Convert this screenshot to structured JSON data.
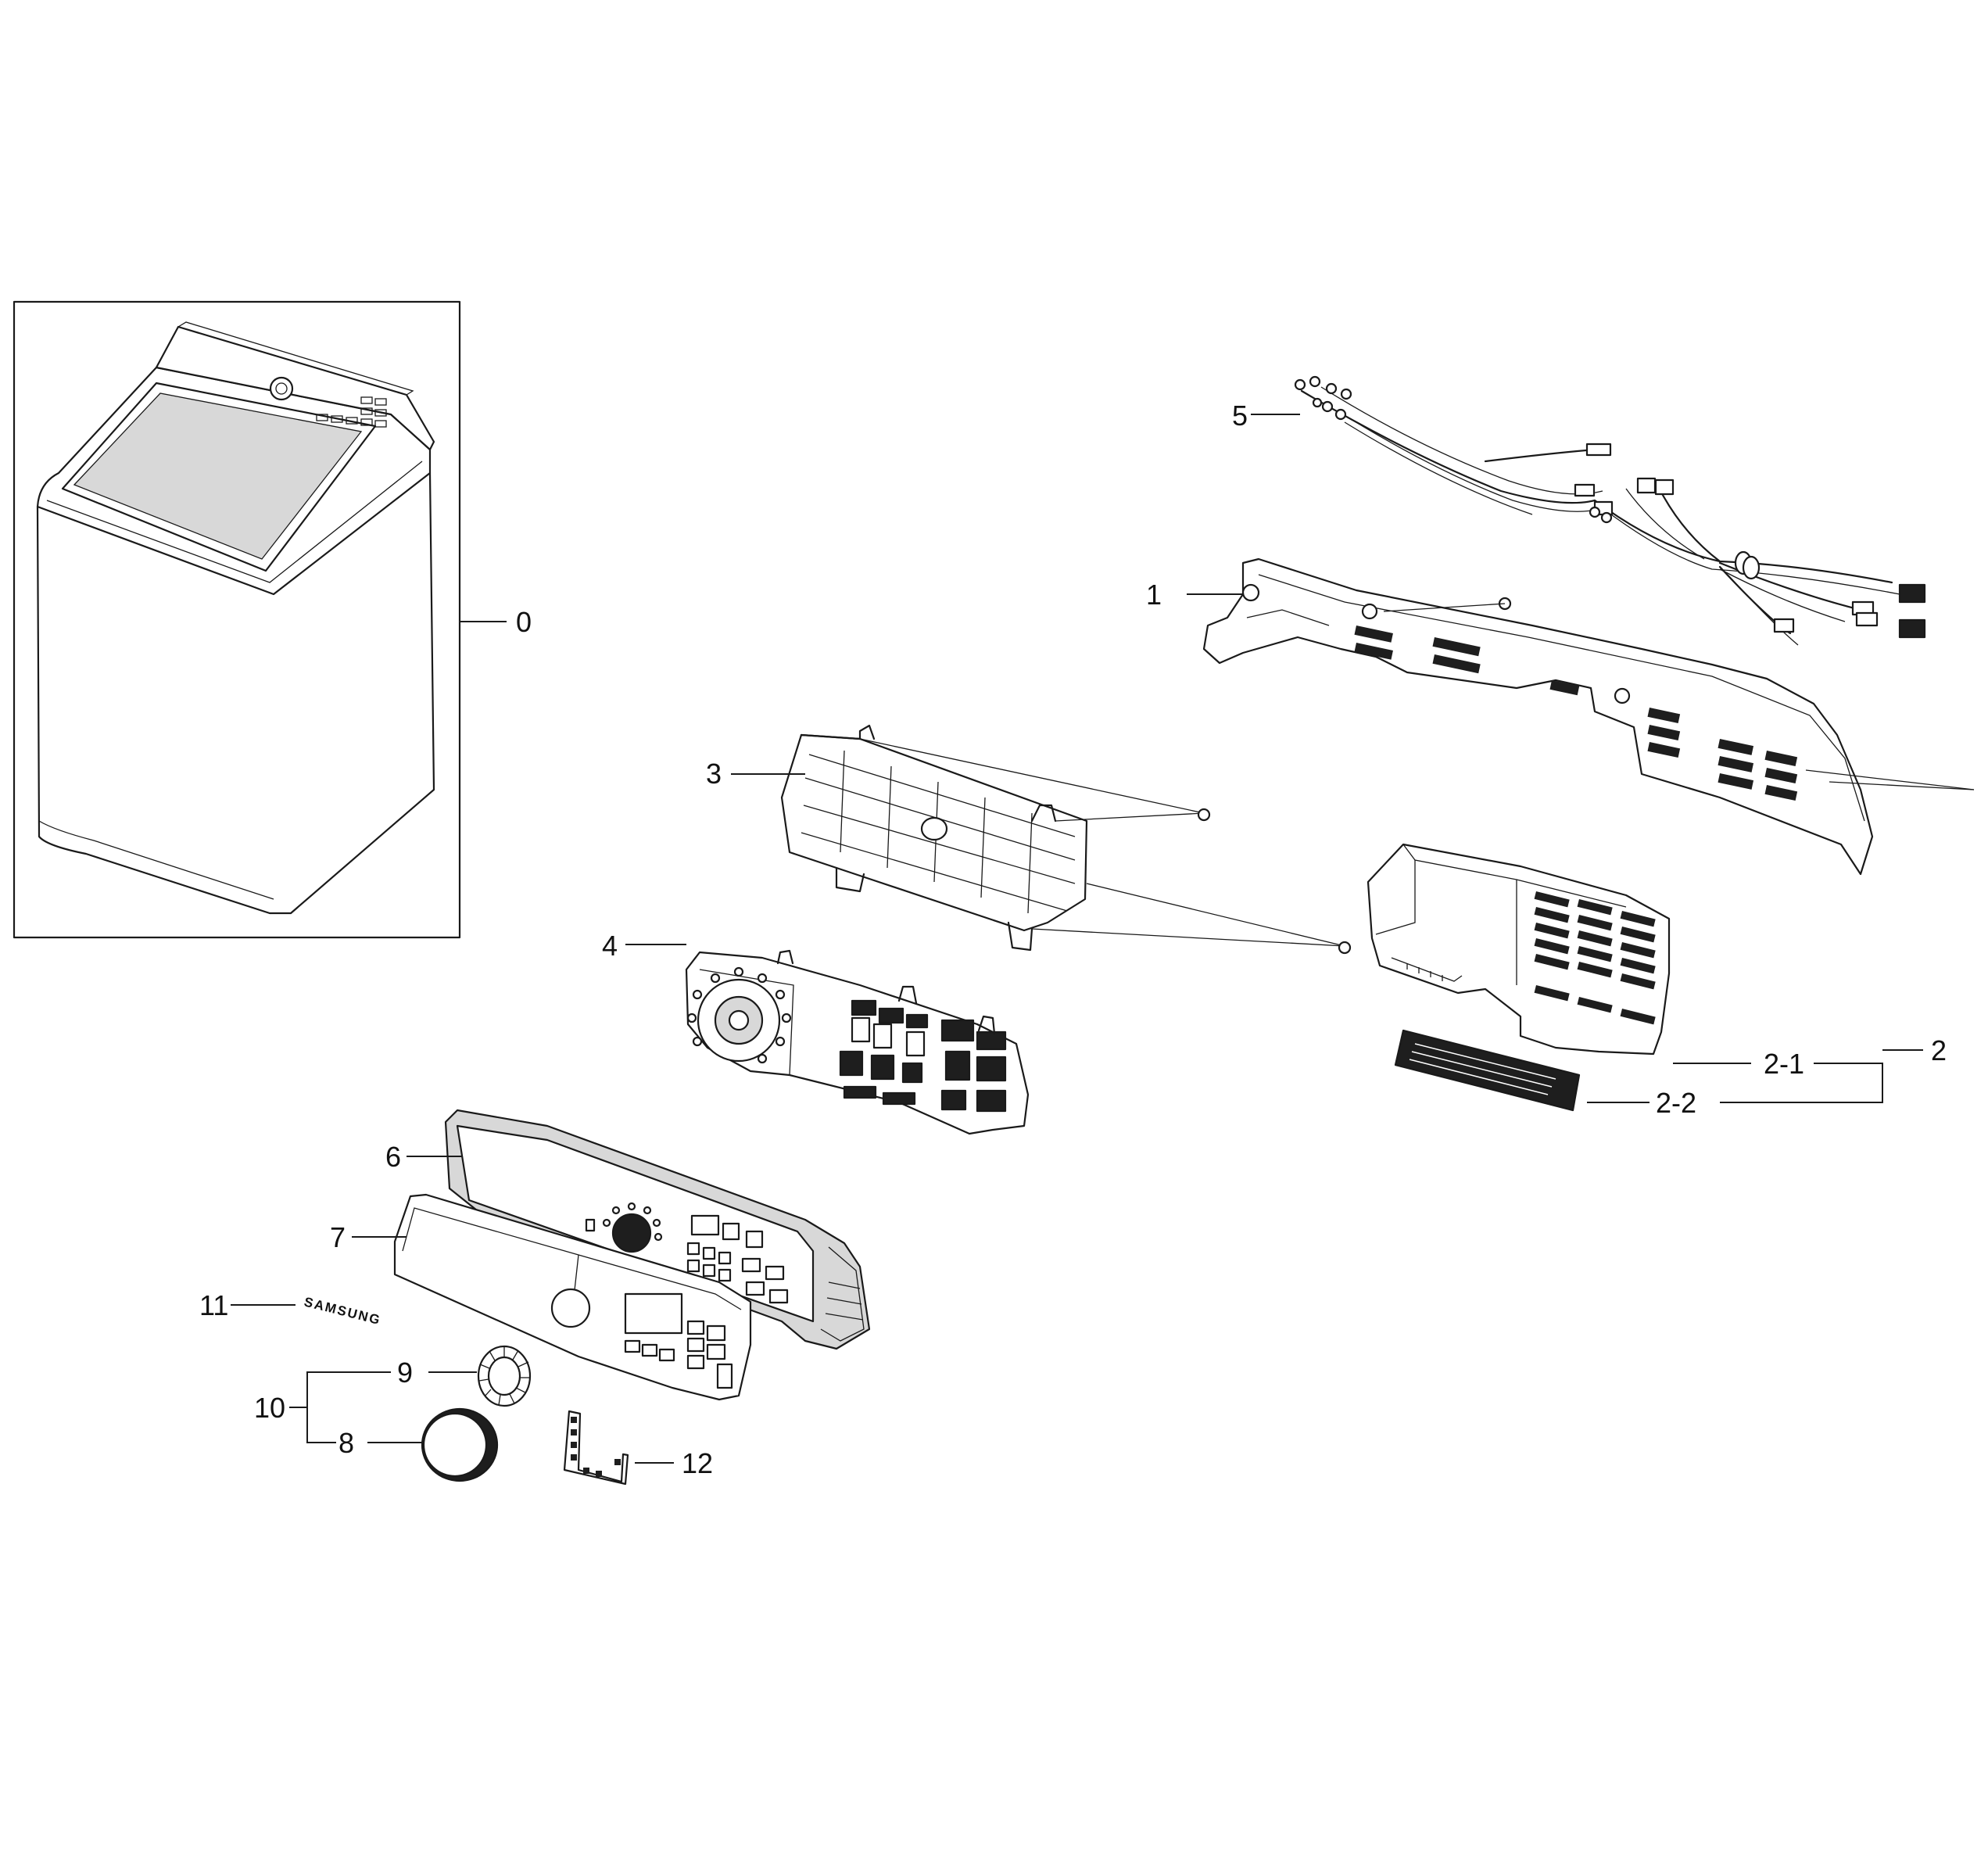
{
  "callouts": {
    "c0": "0",
    "c1": "1",
    "c2": "2",
    "c2_1": "2-1",
    "c2_2": "2-2",
    "c3": "3",
    "c4": "4",
    "c5": "5",
    "c6": "6",
    "c7": "7",
    "c8": "8",
    "c9": "9",
    "c10": "10",
    "c11": "11",
    "c12": "12"
  },
  "badge_text": "SAMSUNG",
  "colors": {
    "line": "#1a1a1a",
    "background": "#ffffff"
  }
}
